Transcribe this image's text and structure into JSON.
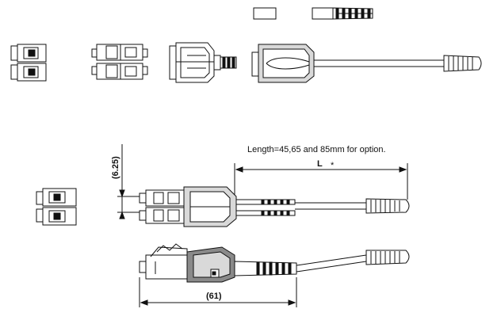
{
  "diagram": {
    "length_note": "Length=45,65 and 85mm for option.",
    "length_label": "L",
    "length_marker": "*",
    "pitch_dim": "(6.25)",
    "overall_dim": "(61)"
  }
}
